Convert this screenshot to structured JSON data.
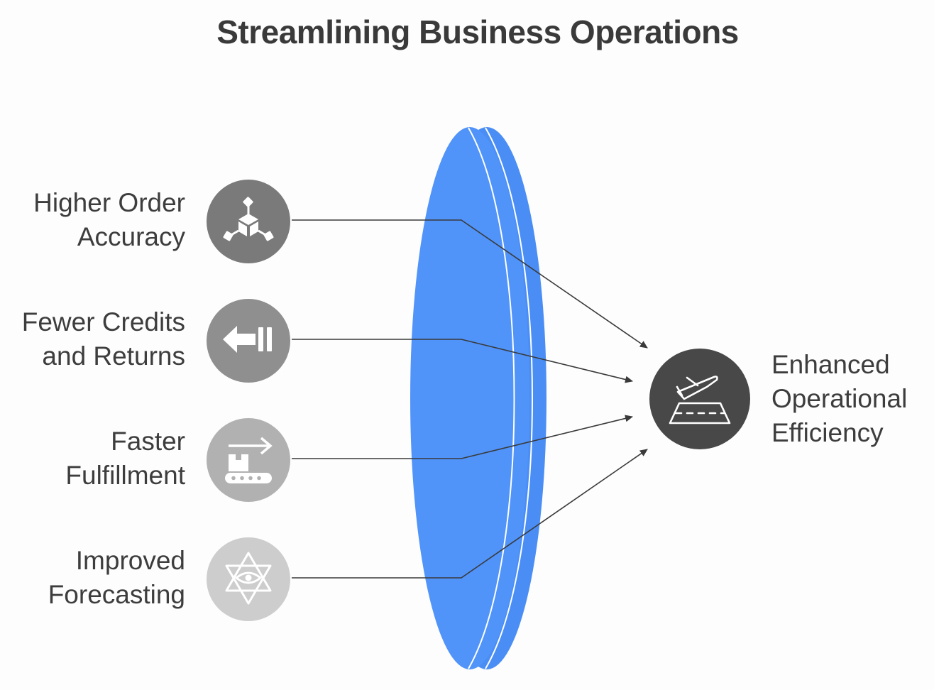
{
  "title": "Streamlining Business Operations",
  "inputs": [
    {
      "lines": [
        "Higher Order",
        "Accuracy"
      ],
      "icon": "cube-network-icon",
      "color": "#7a7a7a"
    },
    {
      "lines": [
        "Fewer Credits",
        "and Returns"
      ],
      "icon": "arrow-left-to-bar-icon",
      "color": "#8f8f8f"
    },
    {
      "lines": [
        "Faster",
        "Fulfillment"
      ],
      "icon": "conveyor-belt-arrow-icon",
      "color": "#b1b1b1"
    },
    {
      "lines": [
        "Improved",
        "Forecasting"
      ],
      "icon": "star-eye-icon",
      "color": "#cdcdcd"
    }
  ],
  "output": {
    "lines": [
      "Enhanced",
      "Operational",
      "Efficiency"
    ],
    "icon": "plane-landing-runway-icon",
    "color": "#484848"
  },
  "lens_color": "#5093f9"
}
